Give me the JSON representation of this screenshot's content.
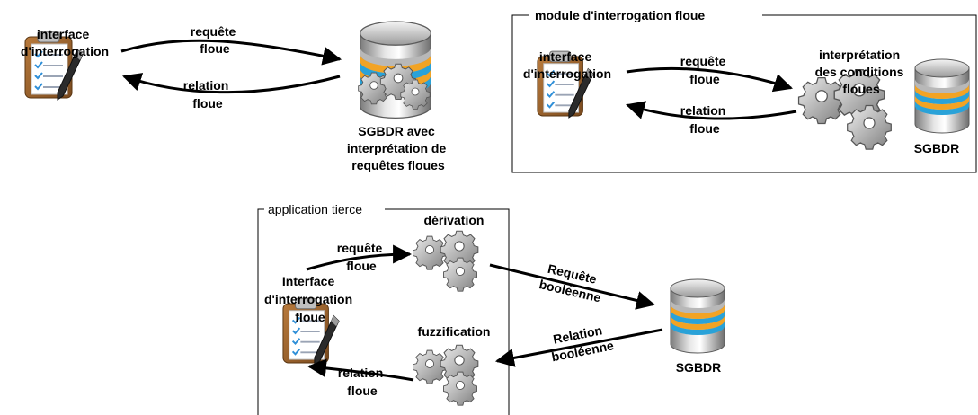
{
  "scenario_a": {
    "interface_label": [
      "interface",
      "d'interrogation"
    ],
    "request_label": [
      "requête",
      "floue"
    ],
    "response_label": [
      "relation",
      "floue"
    ],
    "dbms_label": [
      "SGBDR avec",
      "interprétation de",
      "requêtes floues"
    ]
  },
  "scenario_b": {
    "frame_title": "module d'interrogation floue",
    "interface_label": [
      "interface",
      "d'interrogation"
    ],
    "request_label": [
      "requête",
      "floue"
    ],
    "response_label": [
      "relation",
      "floue"
    ],
    "interpreter_label": [
      "interprétation",
      "des conditions",
      "floues"
    ],
    "dbms_label": "SGBDR"
  },
  "scenario_c": {
    "frame_title": "application tierce",
    "interface_label": [
      "Interface",
      "d'interrogation",
      "floue"
    ],
    "request_label": [
      "requête",
      "floue"
    ],
    "response_label": [
      "relation",
      "floue"
    ],
    "derivation_label": "dérivation",
    "fuzzification_label": "fuzzification",
    "bool_request_label": [
      "Requête",
      "booléenne"
    ],
    "bool_relation_label": [
      "Relation",
      "booléenne"
    ],
    "dbms_label": "SGBDR"
  }
}
